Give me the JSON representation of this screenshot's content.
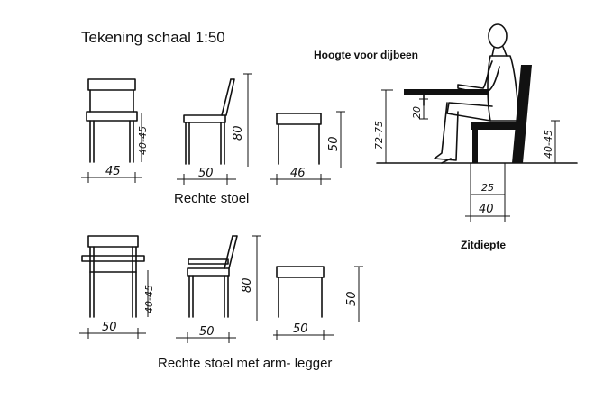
{
  "title": "Tekening schaal 1:50",
  "hoogte_label": "Hoogte voor dijbeen",
  "caption_top": "Rechte stoel",
  "caption_bottom": "Rechte stoel met arm- legger",
  "zitdiepte_label": "Zitdiepte",
  "dims": {
    "front_width": "45",
    "side_width": "50",
    "top_width": "46",
    "seat_height": "40-45",
    "back_height": "80",
    "stool_height": "50",
    "arm_front_width": "50",
    "arm_side_width": "50",
    "arm_top_width": "50",
    "arm_seat_height": "40-45",
    "arm_back_height": "80",
    "arm_stool_height": "50",
    "table_height": "72-75",
    "thigh_clearance": "20",
    "person_seat_height": "40-45",
    "seat_depth_inner": "25",
    "seat_depth_outer": "40"
  }
}
